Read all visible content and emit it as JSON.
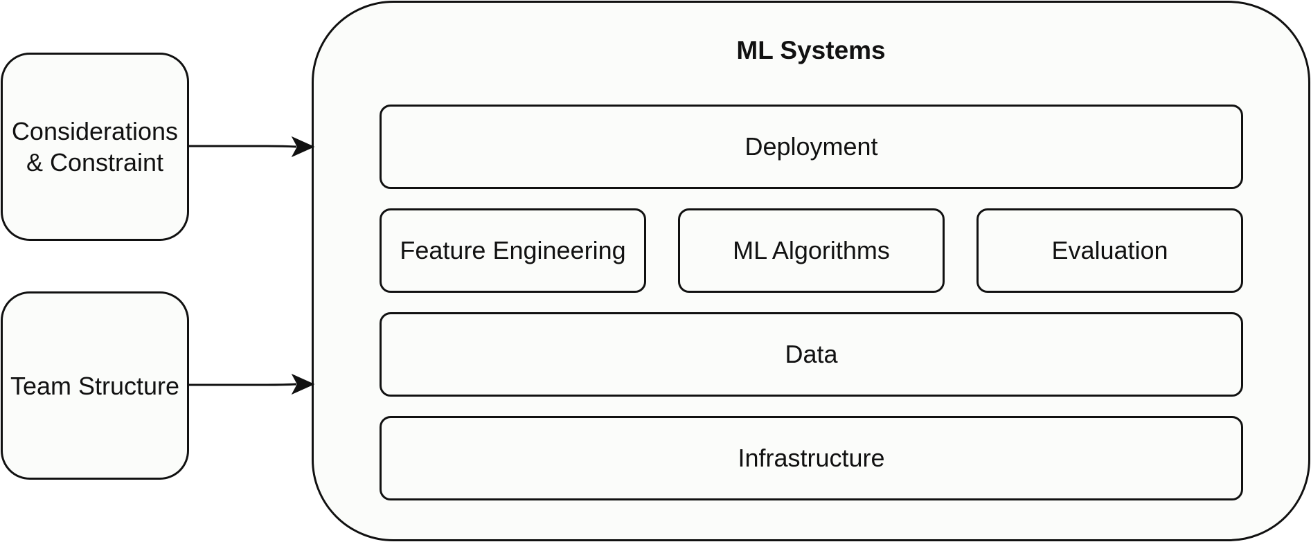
{
  "diagram": {
    "inputs": {
      "considerations": "Considerations\n& Constraint",
      "team_structure": "Team Structure"
    },
    "container": {
      "title": "ML Systems"
    },
    "layers": {
      "deployment": "Deployment",
      "feature_engineering": "Feature Engineering",
      "ml_algorithms": "ML Algorithms",
      "evaluation": "Evaluation",
      "data": "Data",
      "infrastructure": "Infrastructure"
    }
  }
}
